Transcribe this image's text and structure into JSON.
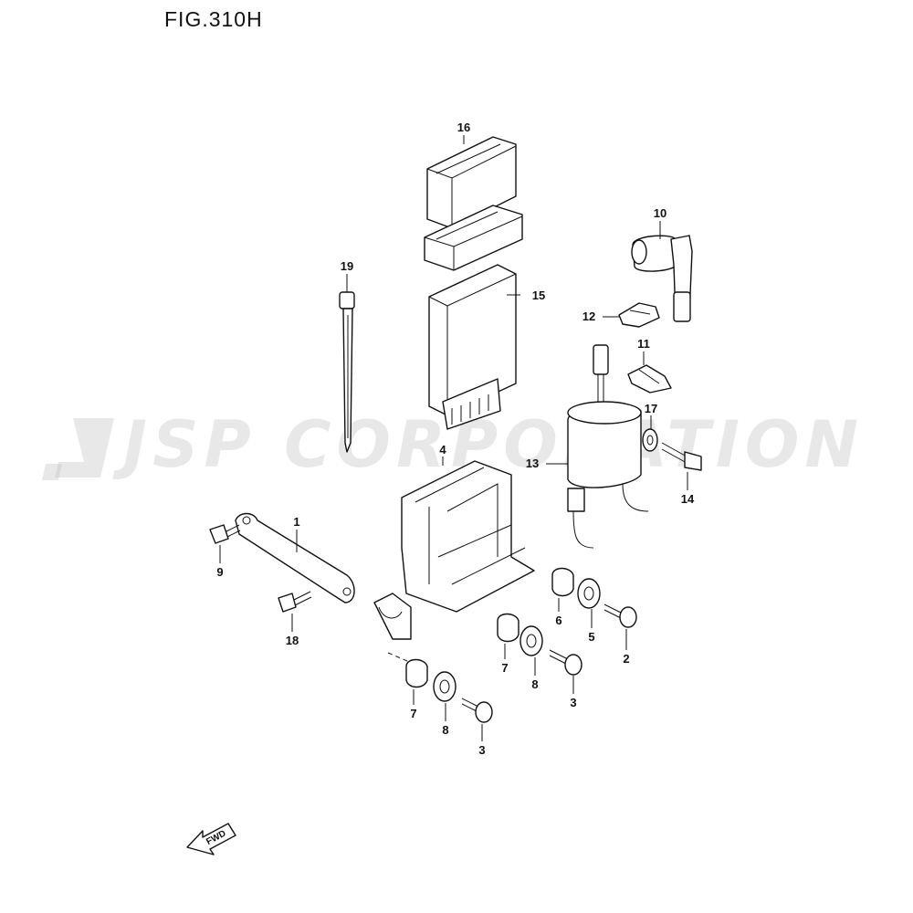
{
  "figure": {
    "title": "FIG.310H"
  },
  "watermark": {
    "text": "JSP CORPORATION"
  },
  "fwd_label": "FWD",
  "callouts": [
    {
      "id": "c16",
      "label": "16"
    },
    {
      "id": "c10",
      "label": "10"
    },
    {
      "id": "c19",
      "label": "19"
    },
    {
      "id": "c15",
      "label": "15"
    },
    {
      "id": "c12",
      "label": "12"
    },
    {
      "id": "c11",
      "label": "11"
    },
    {
      "id": "c17",
      "label": "17"
    },
    {
      "id": "c13",
      "label": "13"
    },
    {
      "id": "c4",
      "label": "4"
    },
    {
      "id": "c14",
      "label": "14"
    },
    {
      "id": "c1",
      "label": "1"
    },
    {
      "id": "c9",
      "label": "9"
    },
    {
      "id": "c18",
      "label": "18"
    },
    {
      "id": "c6",
      "label": "6"
    },
    {
      "id": "c5",
      "label": "5"
    },
    {
      "id": "c2",
      "label": "2"
    },
    {
      "id": "c7a",
      "label": "7"
    },
    {
      "id": "c8a",
      "label": "8"
    },
    {
      "id": "c3a",
      "label": "3"
    },
    {
      "id": "c7b",
      "label": "7"
    },
    {
      "id": "c8b",
      "label": "8"
    },
    {
      "id": "c3b",
      "label": "3"
    }
  ],
  "colors": {
    "line": "#111111",
    "watermark": "#bebebe",
    "background": "#ffffff"
  }
}
